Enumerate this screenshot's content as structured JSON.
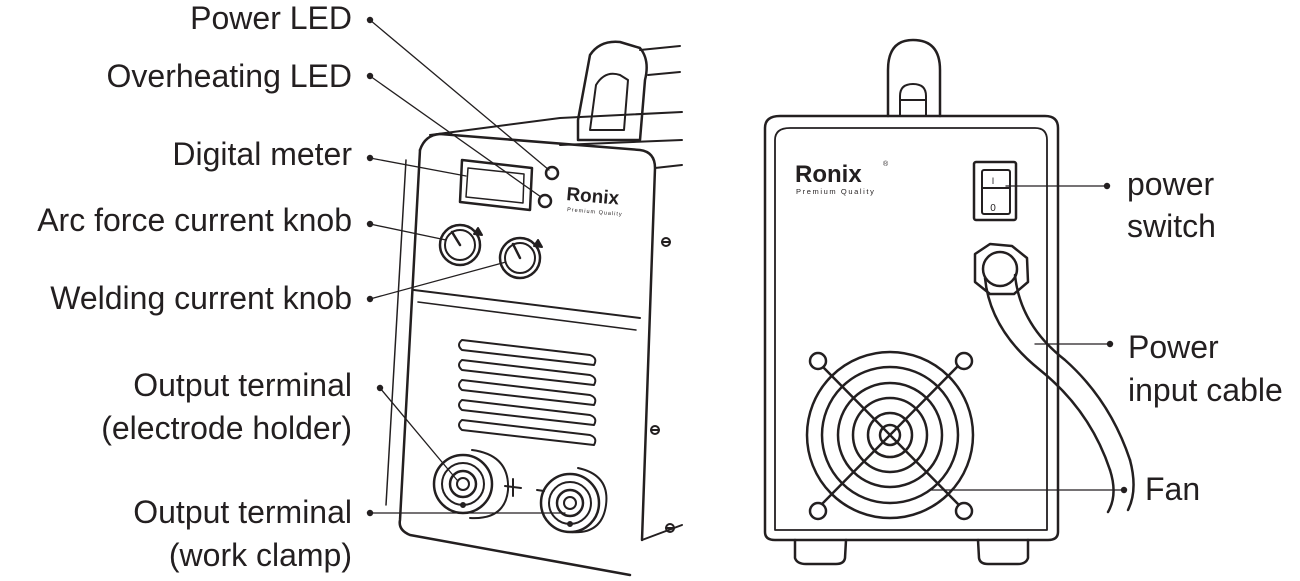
{
  "front_labels": {
    "power_led": "Power LED",
    "overheating_led": "Overheating LED",
    "digital_meter": "Digital meter",
    "arc_force_knob": "Arc force current knob",
    "welding_current_knob": "Welding current knob",
    "output_electrode_line1": "Output terminal",
    "output_electrode_line2": "(electrode holder)",
    "output_clamp_line1": "Output terminal",
    "output_clamp_line2": "(work clamp)"
  },
  "back_labels": {
    "power_switch_line1": "power",
    "power_switch_line2": "switch",
    "power_cable_line1": "Power",
    "power_cable_line2": "input cable",
    "fan": "Fan"
  },
  "brand": {
    "name": "Ronix",
    "tagline": "Premium Quality",
    "registered": "®"
  },
  "switch_marks": {
    "on": "I",
    "off": "0"
  },
  "terminal_marks": {
    "plus": "+",
    "minus": "-"
  }
}
